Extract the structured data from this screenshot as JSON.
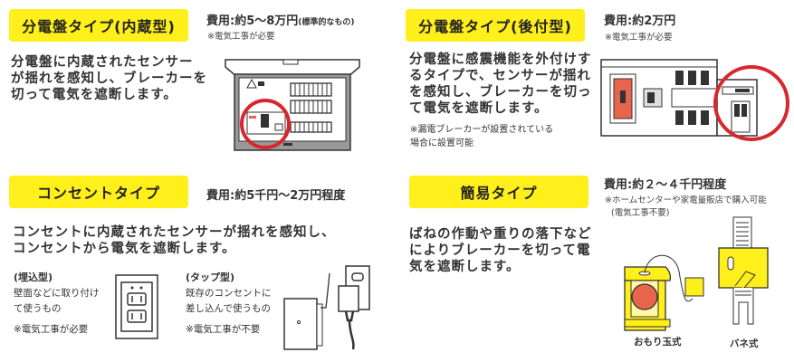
{
  "panels": [
    {
      "title": "分電盤タイプ(内蔵型)",
      "cost": "費用:約5～8万円",
      "cost_suffix": "(標準的なもの)",
      "note": "※電気工事が必要",
      "description": [
        "分電盤に内蔵されたセンサー",
        "が揺れを感知し、ブレーカーを",
        "切って電気を遮断します。"
      ]
    },
    {
      "title": "分電盤タイプ(後付型)",
      "cost": "費用:約2万円",
      "note": "※電気工事が必要",
      "description": [
        "分電盤に感震機能を外付けす",
        "るタイプで、センサーが揺れ",
        "を感知し、ブレーカーを切っ",
        "て電気を遮断します。"
      ],
      "extra_note": [
        "※漏電ブレーカーが設置されている",
        "場合に設置可能"
      ]
    },
    {
      "title": "コンセントタイプ",
      "cost": "費用:約5千円～2万円程度",
      "description": [
        "コンセントに内蔵されたセンサーが揺れを感知し、",
        "コンセントから電気を遮断します。"
      ],
      "subtypes": [
        {
          "label": "(埋込型)",
          "lines": [
            "壁面などに取り付け",
            "て使うもの"
          ],
          "note": "※電気工事が必要"
        },
        {
          "label": "(タップ型)",
          "lines": [
            "既存のコンセントに",
            "差し込んで使うもの"
          ],
          "note": "※電気工事が不要"
        }
      ]
    },
    {
      "title": "簡易タイプ",
      "cost": "費用:約２～４千円程度",
      "note": [
        "※ホームセンターや家電量販店で購入可能",
        "(電気工事不要)"
      ],
      "description": [
        "ばねの作動や重りの落下など",
        "によりブレーカーを切って電",
        "気を遮断します。"
      ],
      "captions": [
        "おもり玉式",
        "バネ式"
      ]
    }
  ],
  "colors": {
    "highlight": "#ffef1a",
    "circle": "#d9262c",
    "accent": "#e8644c"
  }
}
